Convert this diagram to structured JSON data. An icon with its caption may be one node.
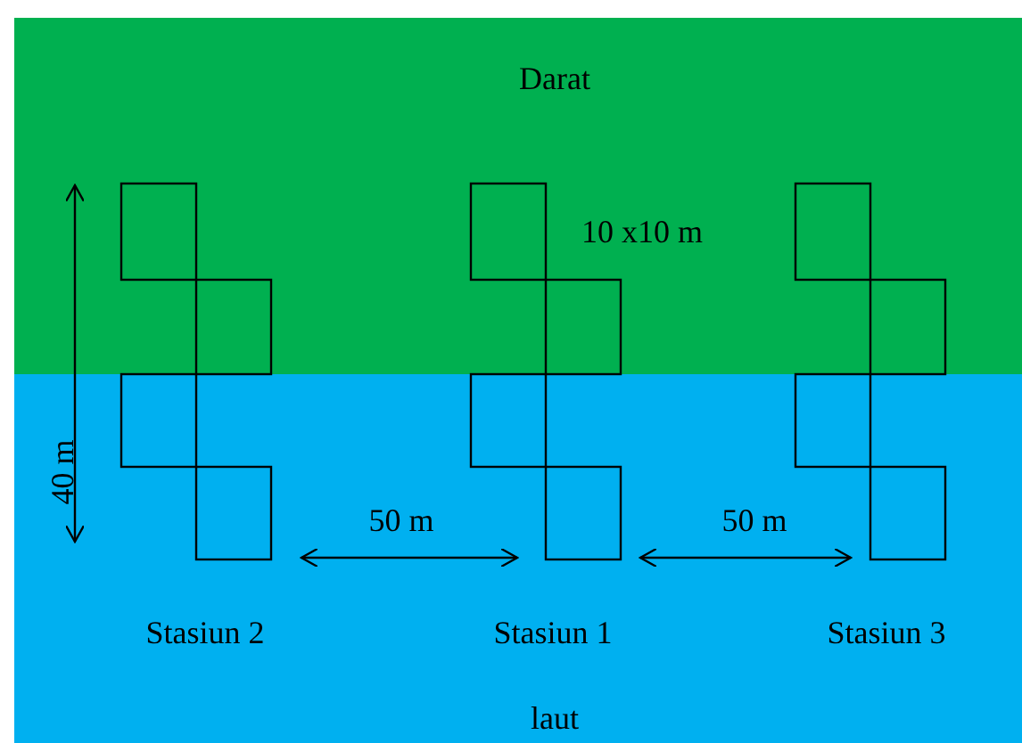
{
  "diagram": {
    "labels": [
      "Darat",
      "10 x10 m",
      "40 m",
      "50 m",
      "50 m",
      "Stasiun 2",
      "Stasiun 1",
      "Stasiun 3",
      "laut"
    ]
  }
}
